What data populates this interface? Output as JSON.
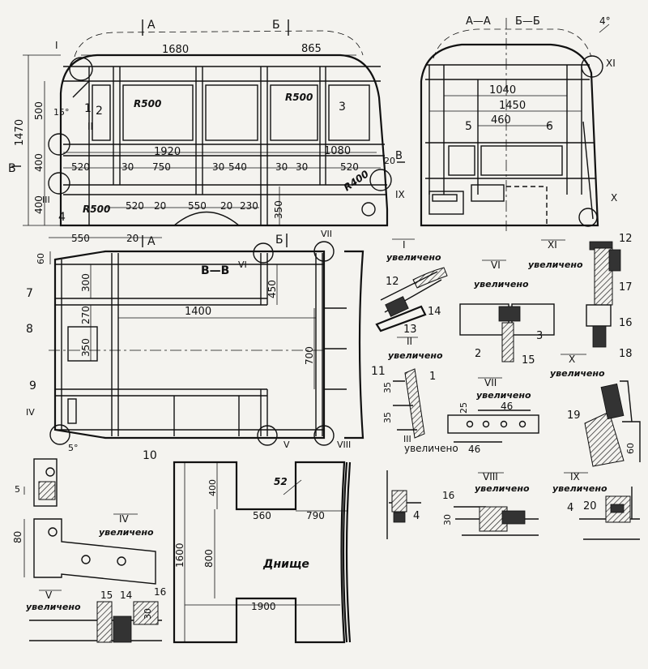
{
  "drawing": {
    "side_view": {
      "section_marks": [
        "А",
        "Б",
        "В",
        "В",
        "А",
        "Б"
      ],
      "dims": [
        "1680",
        "865",
        "1470",
        "500",
        "15°",
        "400",
        "400",
        "1920",
        "1080",
        "20",
        "520",
        "30",
        "750",
        "30",
        "540",
        "30",
        "30",
        "520",
        "520",
        "20",
        "550",
        "20",
        "230",
        "350",
        "550",
        "20",
        "R500",
        "R500",
        "R500",
        "R400"
      ],
      "part_numbers": [
        "1",
        "2",
        "3",
        "4"
      ],
      "callouts": [
        "I",
        "II",
        "III",
        "IX"
      ]
    },
    "section_aa_bb": {
      "title_left": "А—А",
      "title_right": "Б—Б",
      "dims": [
        "1040",
        "1450",
        "460",
        "4°"
      ],
      "part_numbers": [
        "5",
        "6"
      ],
      "callouts": [
        "XI",
        "X"
      ]
    },
    "plan_view": {
      "title": "В—В",
      "dims": [
        "60",
        "300",
        "270",
        "350",
        "1400",
        "450",
        "700",
        "5°"
      ],
      "part_numbers": [
        "7",
        "8",
        "9",
        "10",
        "11"
      ],
      "callouts": [
        "IV",
        "V",
        "VI",
        "VII",
        "VIII"
      ]
    },
    "details": {
      "zoom_label": "увеличено",
      "I": {
        "numeral": "I",
        "parts": [
          "12",
          "13",
          "14"
        ]
      },
      "II": {
        "numeral": "II",
        "parts": [
          "1"
        ],
        "dims": [
          "35",
          "35"
        ]
      },
      "III": {
        "numeral": "III",
        "parts": [
          "4"
        ]
      },
      "IV": {
        "numeral": "IV",
        "dims": [
          "5",
          "80"
        ]
      },
      "V": {
        "numeral": "V",
        "parts": [
          "15",
          "14",
          "16"
        ],
        "dims": [
          "30"
        ]
      },
      "VI": {
        "numeral": "VI",
        "parts": [
          "2",
          "3",
          "15"
        ]
      },
      "VII": {
        "numeral": "VII",
        "dims": [
          "25",
          "46",
          "46"
        ]
      },
      "VIII": {
        "numeral": "VIII",
        "parts": [
          "16"
        ],
        "dims": [
          "30"
        ]
      },
      "IX": {
        "numeral": "IX",
        "parts": [
          "4",
          "20"
        ]
      },
      "X": {
        "numeral": "X",
        "parts": [
          "19"
        ],
        "dims": [
          "60"
        ]
      },
      "XI": {
        "numeral": "XI",
        "parts": [
          "12",
          "17",
          "16",
          "18"
        ]
      }
    },
    "floor_blank": {
      "title": "Днище",
      "dims": [
        "400",
        "560",
        "790",
        "1600",
        "800",
        "1900"
      ],
      "radius": "52"
    }
  }
}
